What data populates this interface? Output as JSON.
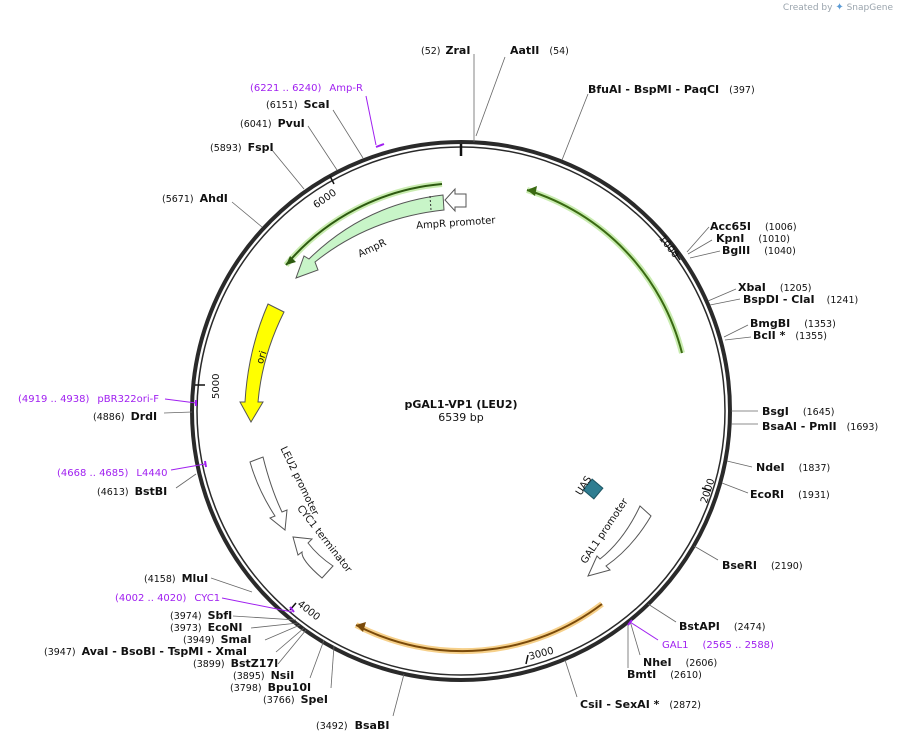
{
  "brand": {
    "prefix": "Created by",
    "name": "SnapGene"
  },
  "plasmid": {
    "name": "pGAL1-VP1 (LEU2)",
    "size": "6539 bp"
  },
  "ticks": [
    "1000",
    "2000",
    "3000",
    "4000",
    "5000",
    "6000"
  ],
  "sites": [
    {
      "name": "ZraI",
      "pos": "(52)"
    },
    {
      "name": "AatII",
      "pos": "(54)"
    },
    {
      "name": "BfuAI - BspMI - PaqCI",
      "pos": "(397)"
    },
    {
      "name": "Acc65I",
      "pos": "(1006)"
    },
    {
      "name": "KpnI",
      "pos": "(1010)"
    },
    {
      "name": "BglII",
      "pos": "(1040)"
    },
    {
      "name": "XbaI",
      "pos": "(1205)"
    },
    {
      "name": "BspDI - ClaI",
      "pos": "(1241)"
    },
    {
      "name": "BmgBI",
      "pos": "(1353)"
    },
    {
      "name": "BclI *",
      "pos": "(1355)"
    },
    {
      "name": "BsgI",
      "pos": "(1645)"
    },
    {
      "name": "BsaAI - PmlI",
      "pos": "(1693)"
    },
    {
      "name": "NdeI",
      "pos": "(1837)"
    },
    {
      "name": "EcoRI",
      "pos": "(1931)"
    },
    {
      "name": "BseRI",
      "pos": "(2190)"
    },
    {
      "name": "BstAPI",
      "pos": "(2474)"
    },
    {
      "name": "NheI",
      "pos": "(2606)"
    },
    {
      "name": "BmtI",
      "pos": "(2610)"
    },
    {
      "name": "CsiI - SexAI *",
      "pos": "(2872)"
    },
    {
      "name": "BsaBI",
      "pos": "(3492)"
    },
    {
      "name": "SpeI",
      "pos": "(3766)"
    },
    {
      "name": "Bpu10I",
      "pos": "(3798)"
    },
    {
      "name": "NsiI",
      "pos": "(3895)"
    },
    {
      "name": "BstZ17I",
      "pos": "(3899)"
    },
    {
      "name": "AvaI - BsoBI - TspMI - XmaI",
      "pos": "(3947)"
    },
    {
      "name": "SmaI",
      "pos": "(3949)"
    },
    {
      "name": "EcoNI",
      "pos": "(3973)"
    },
    {
      "name": "SbfI",
      "pos": "(3974)"
    },
    {
      "name": "MluI",
      "pos": "(4158)"
    },
    {
      "name": "BstBI",
      "pos": "(4613)"
    },
    {
      "name": "DrdI",
      "pos": "(4886)"
    },
    {
      "name": "AhdI",
      "pos": "(5671)"
    },
    {
      "name": "FspI",
      "pos": "(5893)"
    },
    {
      "name": "PvuI",
      "pos": "(6041)"
    },
    {
      "name": "ScaI",
      "pos": "(6151)"
    }
  ],
  "primers": [
    {
      "range": "(6221 .. 6240)",
      "name": "Amp-R"
    },
    {
      "range": "(4919 .. 4938)",
      "name": "pBR322ori-F"
    },
    {
      "range": "(4668 .. 4685)",
      "name": "L4440"
    },
    {
      "range": "(4002 .. 4020)",
      "name": "CYC1"
    },
    {
      "name": "GAL1",
      "range": "(2565 .. 2588)"
    }
  ],
  "features": {
    "ampr_promoter": "AmpR promoter",
    "ampr": "AmpR",
    "ori": "ori",
    "leu2_promoter": "LEU2 promoter",
    "cyc1_terminator": "CYC1 terminator",
    "uas": "UAS",
    "gal1_promoter": "GAL1 promoter"
  },
  "colors": {
    "backbone": "#2a2a2a",
    "ampr": "#c8f5c8",
    "ori": "#ffff00",
    "uas": "#2e7d91",
    "orf_green": "#7cc04a",
    "orf_orange": "#f0b24a",
    "primer": "#a020f0"
  }
}
